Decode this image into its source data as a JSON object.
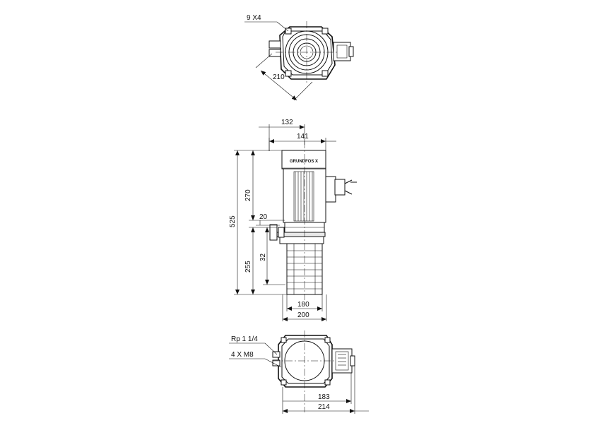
{
  "top_view": {
    "flange_holes": "9 X4",
    "bolt_circle": "210"
  },
  "side_view": {
    "dim_132": "132",
    "dim_141": "141",
    "dim_525": "525",
    "dim_270": "270",
    "dim_255": "255",
    "dim_20": "20",
    "dim_32": "32",
    "dim_180": "180",
    "dim_200": "200",
    "brand": "GRUNDFOS X"
  },
  "bottom_view": {
    "connection": "Rp 1 1/4",
    "screws": "4 X M8",
    "dim_183": "183",
    "dim_214": "214"
  }
}
